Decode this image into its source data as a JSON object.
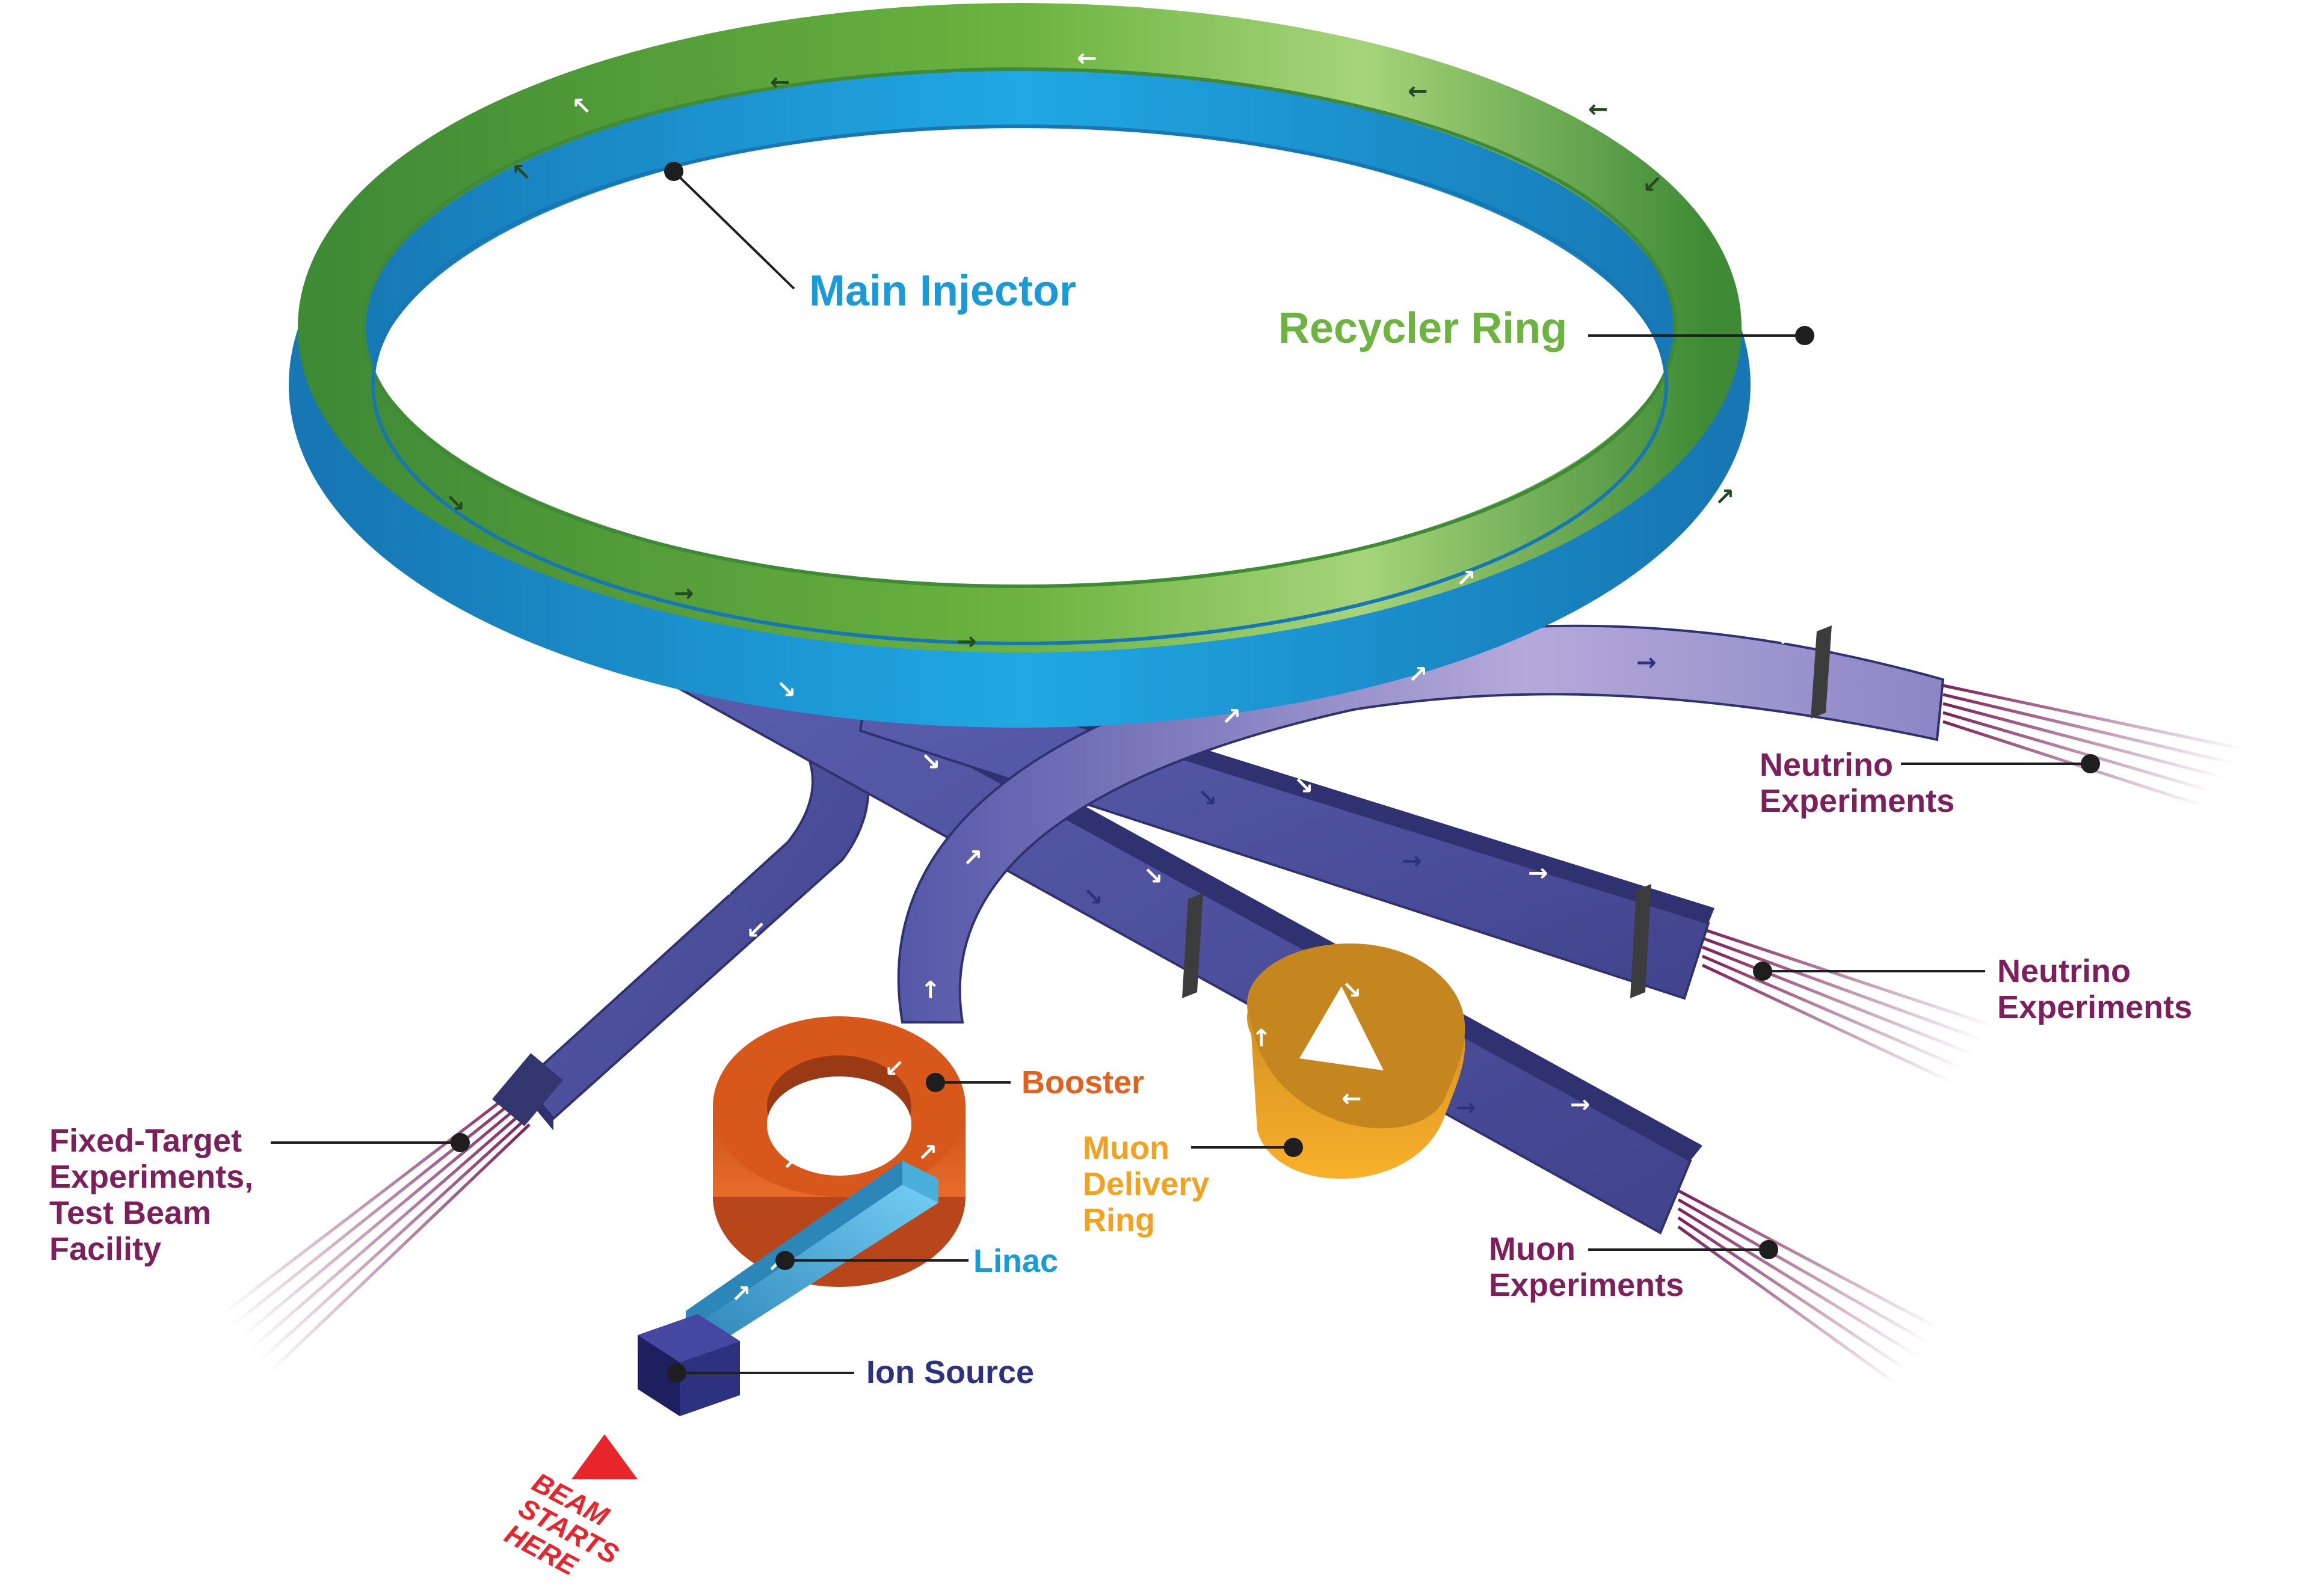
{
  "labels": {
    "main_injector": "Main Injector",
    "recycler_ring": "Recycler Ring",
    "booster": "Booster",
    "muon_delivery_ring": [
      "Muon",
      "Delivery",
      "Ring"
    ],
    "linac": "Linac",
    "ion_source": "Ion Source",
    "neutrino_experiments_upper": [
      "Neutrino",
      "Experiments"
    ],
    "neutrino_experiments_lower": [
      "Neutrino",
      "Experiments"
    ],
    "muon_experiments": [
      "Muon",
      "Experiments"
    ],
    "fixed_target": [
      "Fixed-Target",
      "Experiments,",
      "Test Beam",
      "Facility"
    ],
    "beam_starts_here": [
      "BEAM",
      "STARTS",
      "HERE"
    ]
  },
  "colors": {
    "main_injector": "#1a9ad8",
    "recycler_ring": "#6cb33f",
    "beamline": "#4f519f",
    "beamline_dark": "#33356f",
    "booster": "#d8581b",
    "muon_ring": "#f3a11f",
    "linac": "#5fc2ef",
    "ion_source": "#2e3180",
    "experiment_label": "#7d1f5a",
    "start_marker": "#e8252b"
  },
  "icons": {
    "beam_start": "triangle-up-icon",
    "flow_arrow": "arrow-icon"
  }
}
